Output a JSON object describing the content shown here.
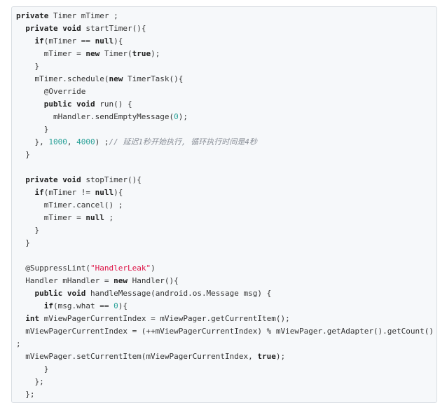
{
  "code": {
    "lines": [
      [
        {
          "t": "kw",
          "v": "private"
        },
        {
          "t": "plain",
          "v": " Timer mTimer ;"
        }
      ],
      [
        {
          "t": "plain",
          "v": "  "
        },
        {
          "t": "kw",
          "v": "private"
        },
        {
          "t": "plain",
          "v": " "
        },
        {
          "t": "kw",
          "v": "void"
        },
        {
          "t": "plain",
          "v": " startTimer(){"
        }
      ],
      [
        {
          "t": "plain",
          "v": "    "
        },
        {
          "t": "kw",
          "v": "if"
        },
        {
          "t": "plain",
          "v": "(mTimer == "
        },
        {
          "t": "kw",
          "v": "null"
        },
        {
          "t": "plain",
          "v": "){"
        }
      ],
      [
        {
          "t": "plain",
          "v": "      mTimer = "
        },
        {
          "t": "kw",
          "v": "new"
        },
        {
          "t": "plain",
          "v": " Timer("
        },
        {
          "t": "kw",
          "v": "true"
        },
        {
          "t": "plain",
          "v": ");"
        }
      ],
      [
        {
          "t": "plain",
          "v": "    }"
        }
      ],
      [
        {
          "t": "plain",
          "v": "    mTimer.schedule("
        },
        {
          "t": "kw",
          "v": "new"
        },
        {
          "t": "plain",
          "v": " TimerTask(){"
        }
      ],
      [
        {
          "t": "plain",
          "v": "      "
        },
        {
          "t": "ann",
          "v": "@Override"
        }
      ],
      [
        {
          "t": "plain",
          "v": "      "
        },
        {
          "t": "kw",
          "v": "public"
        },
        {
          "t": "plain",
          "v": " "
        },
        {
          "t": "kw",
          "v": "void"
        },
        {
          "t": "plain",
          "v": " run() {"
        }
      ],
      [
        {
          "t": "plain",
          "v": "        mHandler.sendEmptyMessage("
        },
        {
          "t": "num",
          "v": "0"
        },
        {
          "t": "plain",
          "v": ");"
        }
      ],
      [
        {
          "t": "plain",
          "v": "      }"
        }
      ],
      [
        {
          "t": "plain",
          "v": "    }, "
        },
        {
          "t": "num",
          "v": "1000"
        },
        {
          "t": "plain",
          "v": ", "
        },
        {
          "t": "num",
          "v": "4000"
        },
        {
          "t": "plain",
          "v": ") ;"
        },
        {
          "t": "cmt",
          "v": "// 延迟1秒开始执行, 循环执行时间是4秒"
        }
      ],
      [
        {
          "t": "plain",
          "v": "  }"
        }
      ],
      [
        {
          "t": "plain",
          "v": ""
        }
      ],
      [
        {
          "t": "plain",
          "v": "  "
        },
        {
          "t": "kw",
          "v": "private"
        },
        {
          "t": "plain",
          "v": " "
        },
        {
          "t": "kw",
          "v": "void"
        },
        {
          "t": "plain",
          "v": " stopTimer(){"
        }
      ],
      [
        {
          "t": "plain",
          "v": "    "
        },
        {
          "t": "kw",
          "v": "if"
        },
        {
          "t": "plain",
          "v": "(mTimer != "
        },
        {
          "t": "kw",
          "v": "null"
        },
        {
          "t": "plain",
          "v": "){"
        }
      ],
      [
        {
          "t": "plain",
          "v": "      mTimer.cancel() ;"
        }
      ],
      [
        {
          "t": "plain",
          "v": "      mTimer = "
        },
        {
          "t": "kw",
          "v": "null"
        },
        {
          "t": "plain",
          "v": " ;"
        }
      ],
      [
        {
          "t": "plain",
          "v": "    }"
        }
      ],
      [
        {
          "t": "plain",
          "v": "  }"
        }
      ],
      [
        {
          "t": "plain",
          "v": ""
        }
      ],
      [
        {
          "t": "plain",
          "v": "  "
        },
        {
          "t": "ann",
          "v": "@SuppressLint"
        },
        {
          "t": "plain",
          "v": "("
        },
        {
          "t": "str",
          "v": "\"HandlerLeak\""
        },
        {
          "t": "plain",
          "v": ")"
        }
      ],
      [
        {
          "t": "plain",
          "v": "  Handler mHandler = "
        },
        {
          "t": "kw",
          "v": "new"
        },
        {
          "t": "plain",
          "v": " Handler(){"
        }
      ],
      [
        {
          "t": "plain",
          "v": "    "
        },
        {
          "t": "kw",
          "v": "public"
        },
        {
          "t": "plain",
          "v": " "
        },
        {
          "t": "kw",
          "v": "void"
        },
        {
          "t": "plain",
          "v": " handleMessage(android.os.Message msg) {"
        }
      ],
      [
        {
          "t": "plain",
          "v": "      "
        },
        {
          "t": "kw",
          "v": "if"
        },
        {
          "t": "plain",
          "v": "(msg.what == "
        },
        {
          "t": "num",
          "v": "0"
        },
        {
          "t": "plain",
          "v": "){"
        }
      ],
      [
        {
          "t": "plain",
          "v": "  "
        },
        {
          "t": "kw",
          "v": "int"
        },
        {
          "t": "plain",
          "v": " mViewPagerCurrentIndex = mViewPager.getCurrentItem();"
        }
      ],
      [
        {
          "t": "plain",
          "v": "  mViewPagerCurrentIndex = (++mViewPagerCurrentIndex) % mViewPager.getAdapter().getCount()"
        }
      ],
      [
        {
          "t": "plain",
          "v": ";"
        }
      ],
      [
        {
          "t": "plain",
          "v": "  mViewPager.setCurrentItem(mViewPagerCurrentIndex, "
        },
        {
          "t": "kw",
          "v": "true"
        },
        {
          "t": "plain",
          "v": ");"
        }
      ],
      [
        {
          "t": "plain",
          "v": "      }"
        }
      ],
      [
        {
          "t": "plain",
          "v": "    };"
        }
      ],
      [
        {
          "t": "plain",
          "v": "  };"
        }
      ]
    ]
  }
}
